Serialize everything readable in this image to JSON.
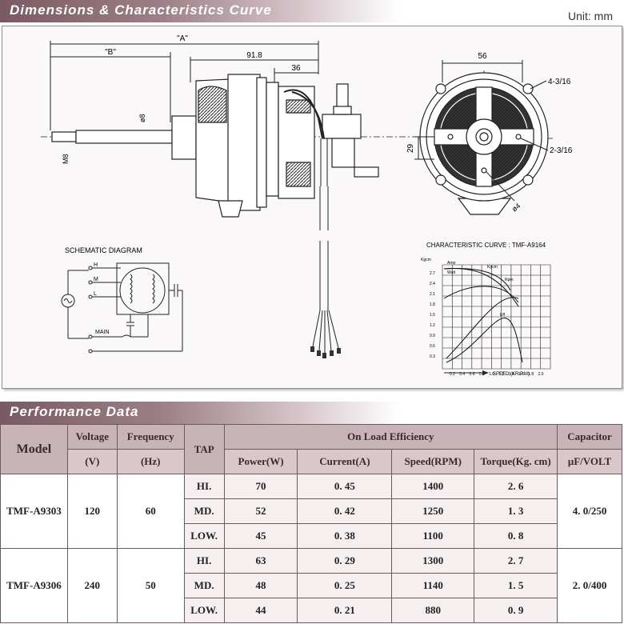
{
  "header": {
    "dimensions_title": "Dimensions & Characteristics Curve",
    "unit": "Unit: mm"
  },
  "drawing": {
    "dim_a": "\"A\"",
    "dim_b": "\"B\"",
    "dim_918": "91.8",
    "dim_36": "36",
    "dim_phi8": "ø8",
    "dim_m8": "M8",
    "dim_56": "56",
    "dim_29": "29",
    "hole_top": "4-3/16",
    "hole_mid": "2-3/16",
    "hole_small": "ø4"
  },
  "schematic": {
    "title": "SCHEMATIC DIAGRAM",
    "labels": [
      "H",
      "M",
      "L",
      "MAIN"
    ]
  },
  "curve": {
    "title": "CHARACTERISTIC CURVE : TMF-A9164",
    "y_unit": "Kgcm",
    "y_ticks": [
      "2.7",
      "2.4",
      "2.1",
      "1.8",
      "1.5",
      "1.2",
      "0.9",
      "0.6",
      "0.3"
    ],
    "x_ticks": [
      "0.2",
      "0.4",
      "0.6",
      "0.8",
      "1.0",
      "1.2",
      "1.4",
      "1.6",
      "1.8",
      "2.0"
    ],
    "x_label": "SPEED (KR.P.M)",
    "curve_labels": [
      "Amp",
      "Watt",
      "Kgcm",
      "Rpm",
      "Eff"
    ]
  },
  "performance": {
    "title": "Performance Data",
    "headers": {
      "model": "Model",
      "voltage": "Voltage",
      "voltage_unit": "(V)",
      "frequency": "Frequency",
      "frequency_unit": "(Hz)",
      "tap": "TAP",
      "on_load": "On Load Efficiency",
      "power": "Power(W)",
      "current": "Current(A)",
      "speed": "Speed(RPM)",
      "torque": "Torque(Kg. cm)",
      "capacitor": "Capacitor",
      "capacitor_unit": "μF/VOLT"
    },
    "models": [
      {
        "name": "TMF-A9303",
        "voltage": "120",
        "frequency": "60",
        "capacitor": "4. 0/250",
        "rows": [
          {
            "tap": "HI.",
            "power": "70",
            "current": "0. 45",
            "speed": "1400",
            "torque": "2. 6"
          },
          {
            "tap": "MD.",
            "power": "52",
            "current": "0. 42",
            "speed": "1250",
            "torque": "1. 3"
          },
          {
            "tap": "LOW.",
            "power": "45",
            "current": "0. 38",
            "speed": "1100",
            "torque": "0. 8"
          }
        ]
      },
      {
        "name": "TMF-A9306",
        "voltage": "240",
        "frequency": "50",
        "capacitor": "2. 0/400",
        "rows": [
          {
            "tap": "HI.",
            "power": "63",
            "current": "0. 29",
            "speed": "1300",
            "torque": "2. 7"
          },
          {
            "tap": "MD.",
            "power": "48",
            "current": "0. 25",
            "speed": "1140",
            "torque": "1. 5"
          },
          {
            "tap": "LOW.",
            "power": "44",
            "current": "0. 21",
            "speed": "880",
            "torque": "0. 9"
          }
        ]
      }
    ]
  }
}
